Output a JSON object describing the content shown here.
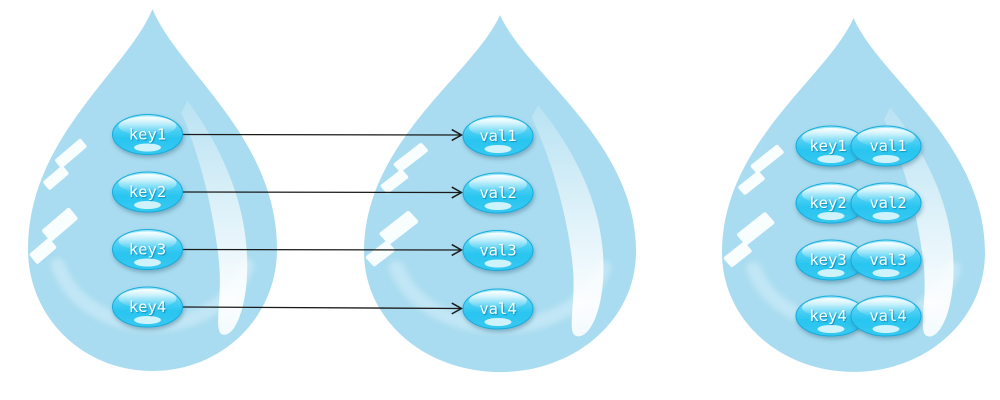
{
  "droplets": {
    "keys": {
      "items": [
        "key1",
        "key2",
        "key3",
        "key4"
      ]
    },
    "values": {
      "items": [
        "val1",
        "val2",
        "val3",
        "val4"
      ]
    },
    "pairs": {
      "rows": [
        {
          "key": "key1",
          "value": "val1"
        },
        {
          "key": "key2",
          "value": "val2"
        },
        {
          "key": "key3",
          "value": "val3"
        },
        {
          "key": "key4",
          "value": "val4"
        }
      ]
    }
  },
  "arrows": [
    {
      "from": "key1",
      "to": "val1"
    },
    {
      "from": "key2",
      "to": "val2"
    },
    {
      "from": "key3",
      "to": "val3"
    },
    {
      "from": "key4",
      "to": "val4"
    }
  ],
  "colors": {
    "background": "#ffffff",
    "droplet_body": "#a9dcf0",
    "droplet_inner_highlight": "#c8e9f7",
    "gloss_white": "#ffffff",
    "node_fill": "#29c5f0",
    "node_fill_light": "#9be7fa",
    "node_border": "#17acdc",
    "node_glow": "#d8f5fc",
    "node_text": "#ffffff",
    "arrow": "#1a1a1a"
  }
}
